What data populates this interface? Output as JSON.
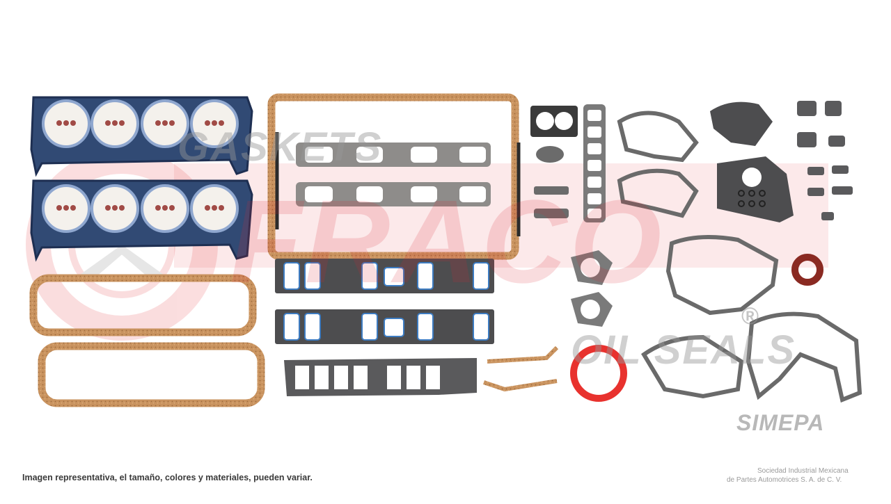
{
  "watermark": {
    "top_text": "GASKETS",
    "brand_text": "FRACO",
    "bottom_text": "OIL SEALS",
    "registered": "®"
  },
  "caption": "Imagen representativa, el tamaño, colores y materiales, pueden variar.",
  "company": {
    "logo_text": "SIMEPA",
    "line1": "Sociedad Industrial Mexicana",
    "line2": "de Partes Automotrices S. A. de C. V."
  },
  "colors": {
    "background": "#ffffff",
    "head_gasket_blue": "#2c4f8f",
    "cork": "#c9935f",
    "graphite": "#4d4d4f",
    "seal_red": "#e8322e",
    "seal_brown": "#8a2a22",
    "watermark_red": "#e84a4f"
  }
}
